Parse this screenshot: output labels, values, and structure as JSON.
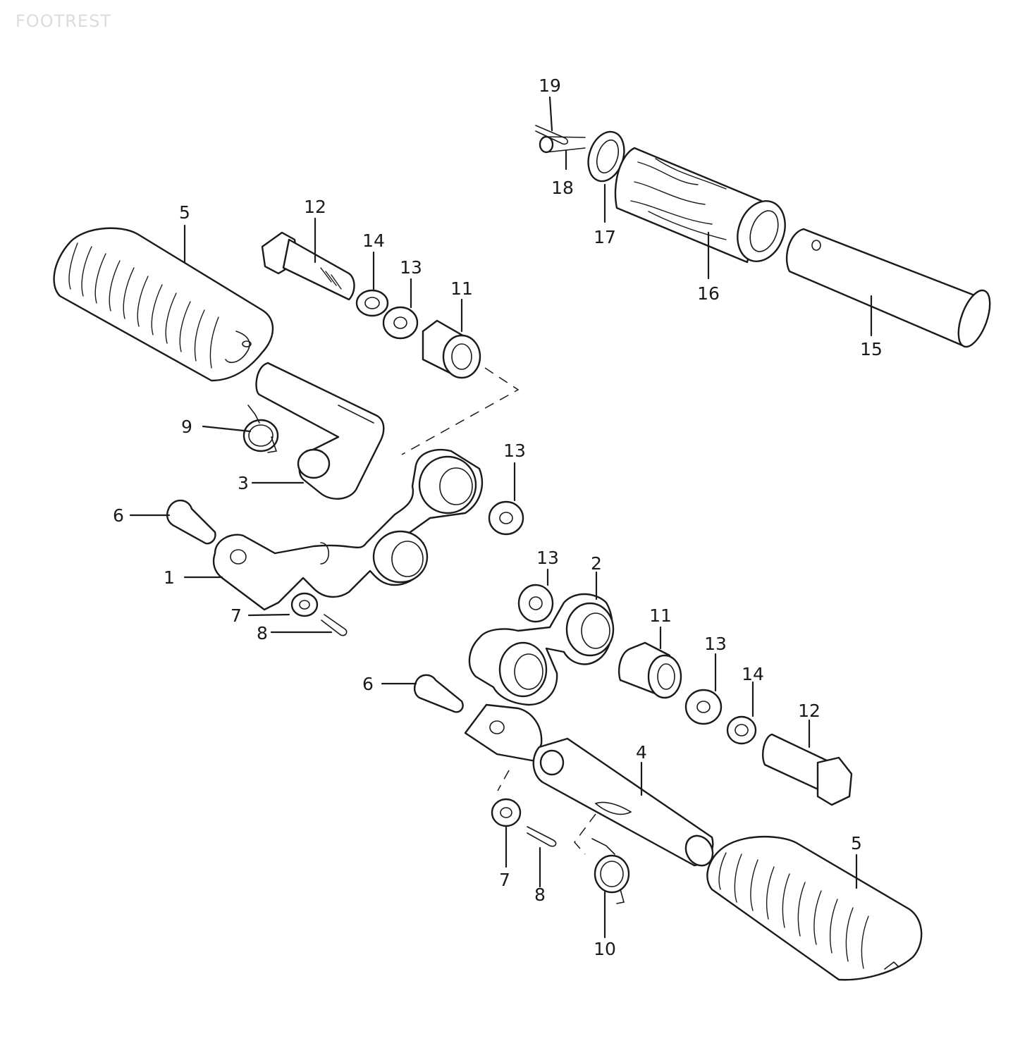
{
  "title": "FOOTREST",
  "part_labels": {
    "p1": "1",
    "p2": "2",
    "p3": "3",
    "p4": "4",
    "p5a": "5",
    "p5b": "5",
    "p6a": "6",
    "p6b": "6",
    "p7a": "7",
    "p7b": "7",
    "p8a": "8",
    "p8b": "8",
    "p9": "9",
    "p10": "10",
    "p11a": "11",
    "p11b": "11",
    "p12a": "12",
    "p12b": "12",
    "p13a": "13",
    "p13b": "13",
    "p13c": "13",
    "p13d": "13",
    "p14a": "14",
    "p14b": "14",
    "p15": "15",
    "p16": "16",
    "p17": "17",
    "p18": "18",
    "p19": "19"
  }
}
